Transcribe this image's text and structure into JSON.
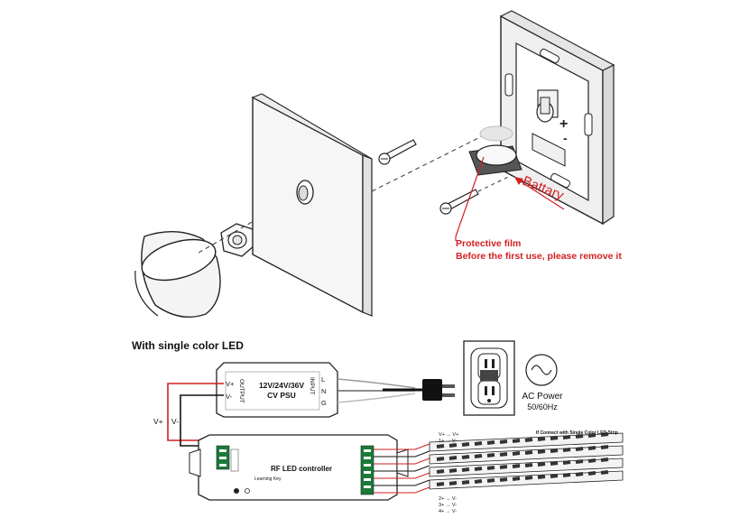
{
  "annotations": {
    "battery": "Battary",
    "protective_film": "Protective film",
    "protective_film_note": "Before the first use, please remove it",
    "plus": "+",
    "minus": "-"
  },
  "section": {
    "title": "With single color LED"
  },
  "psu": {
    "line1": "12V/24V/36V",
    "line2": "CV PSU",
    "output": "OUTPUT",
    "input": "INPUT",
    "v_plus": "V+",
    "v_minus": "V-",
    "l": "L",
    "n": "N",
    "g": "G"
  },
  "wires": {
    "vplus": "V+",
    "vminus": "V-"
  },
  "ac": {
    "line1": "AC Power",
    "line2": "50/60Hz"
  },
  "controller": {
    "label": "RF LED controller",
    "learning_key": "Learning Key"
  },
  "strips": {
    "title": "If Connect with Single Color LED Strip",
    "top_mapping": [
      "V+  →  V+",
      "1+  →  V-"
    ],
    "bottom_mapping": [
      "2+  →  V-",
      "3+  →  V-",
      "4+  →  V-"
    ]
  },
  "colors": {
    "red_annotation": "#d42020",
    "line": "#333333",
    "wire_red": "#d21f1f"
  }
}
